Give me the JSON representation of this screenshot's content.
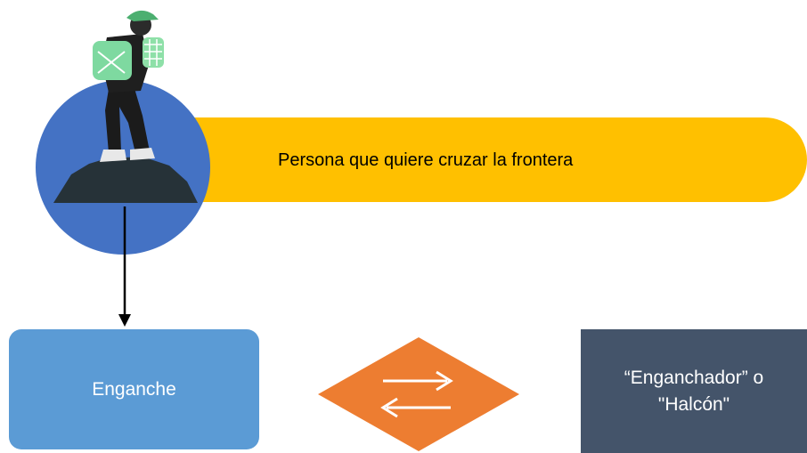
{
  "banner": {
    "label": "Persona que quiere cruzar la frontera"
  },
  "nodes": {
    "left_label": "Enganche",
    "right_line1": "“Enganchador” o",
    "right_line2": "\"Halcón\""
  },
  "icons": {
    "hiker": "hiker-illustration-icon",
    "exchange": "exchange-arrows-icon"
  },
  "colors": {
    "banner": "#FFC000",
    "circle": "#4472C4",
    "left_box": "#5B9BD5",
    "right_box": "#44546A",
    "diamond": "#ED7D31"
  }
}
